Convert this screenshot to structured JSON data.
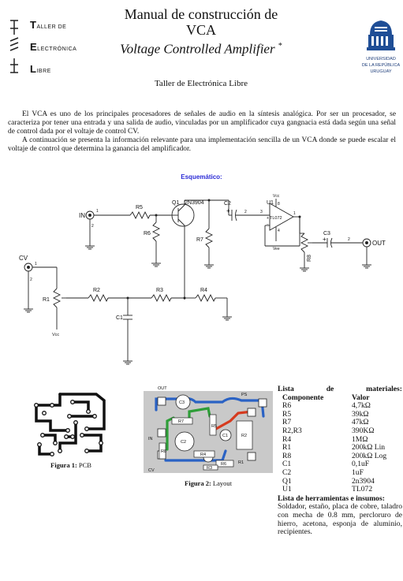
{
  "header": {
    "title_line1": "Manual de construcción de",
    "title_line2": "VCA",
    "title_line3": "Voltage Controlled Amplifier",
    "title_mark": "*",
    "subtitle": "Taller de Electrónica Libre"
  },
  "logo_left": {
    "row1_big": "T",
    "row1_small": "ALLER DE",
    "row2_big": "E",
    "row2_small": "LECTRÓNICA",
    "row3_big": "L",
    "row3_small": "IBRE"
  },
  "logo_right": {
    "line1": "UNIVERSIDAD",
    "line2": "DE LA REPÚBLICA",
    "line3": "URUGUAY"
  },
  "intro": {
    "para1": "El VCA es uno de los principales procesadores de señales de audio en la síntesis analógica. Por ser un procesador, se caracteriza por tener una entrada y una salida de audio, vinculadas por un amplificador cuya gangnacia está dada según una señal de control dada por el voltaje de control CV.",
    "para2": "A continuación se presenta la información relevante para una implementación sencilla de un VCA donde se puede escalar el voltaje de control que determina la ganancia del amplificador."
  },
  "schematic": {
    "title": "Esquemático:",
    "labels": {
      "in": "IN",
      "out": "OUT",
      "cv": "CV",
      "q1": "Q1",
      "q1_part": "2N3904",
      "u1": "U1",
      "u1_part": "TL072",
      "vcc": "Vcc",
      "vee": "Vee",
      "r1": "R1",
      "r2": "R2",
      "r3": "R3",
      "r4": "R4",
      "r5": "R5",
      "r6": "R6",
      "r7": "R7",
      "r8": "R8",
      "c1": "C1",
      "c2": "C2",
      "c3": "C3",
      "pin1": "1",
      "pin2": "2",
      "pin3": "3",
      "pin4": "4",
      "pin8": "8",
      "plus": "+",
      "minus": "−"
    }
  },
  "figures": {
    "fig1_label": "Figura 1:",
    "fig1_text": "PCB",
    "fig2_label": "Figura 2:",
    "fig2_text": "Layout",
    "layout_labels": {
      "out": "OUT",
      "ps": "PS",
      "in": "IN",
      "cv": "CV",
      "c1": "C1",
      "c2": "C2",
      "c3": "C3",
      "r1": "R1",
      "r2": "R2",
      "r3": "R3",
      "r4": "R4",
      "r5": "R5",
      "r6": "R6",
      "r7": "R7",
      "r8": "R8"
    }
  },
  "materials": {
    "heading_left": "Lista",
    "heading_mid": "de",
    "heading_right": "materiales:",
    "col1": "Componente",
    "col2": "Valor",
    "rows": [
      [
        "R6",
        "4,7kΩ"
      ],
      [
        "R5",
        "39kΩ"
      ],
      [
        "R7",
        "47kΩ"
      ],
      [
        "R2,R3",
        "390KΩ"
      ],
      [
        "R4",
        "1MΩ"
      ],
      [
        "R1",
        "200kΩ Lin"
      ],
      [
        "R8",
        "200kΩ Log"
      ],
      [
        "C1",
        "0,1uF"
      ],
      [
        "C2",
        "1uF"
      ],
      [
        "Q1",
        "2n3904"
      ],
      [
        "U1",
        "TL072"
      ]
    ],
    "tools_heading": "Lista de herramientas e insumos:",
    "tools_body": "Soldador, estaño, placa de cobre, taladro con mecha de 0.8 mm, percloruro de hierro, acetona, esponja de aluminio, recipientes."
  }
}
